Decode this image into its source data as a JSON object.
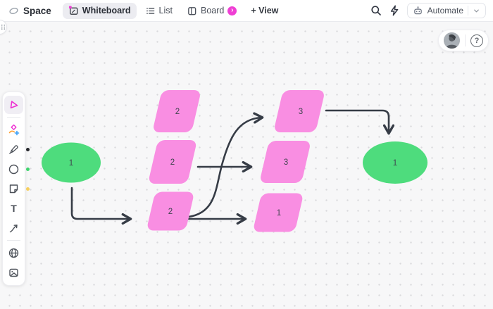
{
  "topbar": {
    "space_label": "Space",
    "tabs": [
      {
        "label": "Whiteboard",
        "active": true
      },
      {
        "label": "List",
        "active": false
      },
      {
        "label": "Board",
        "active": false,
        "badge": "›"
      }
    ],
    "add_view_label": "+ View",
    "automate_label": "Automate",
    "help_glyph": "?"
  },
  "toolbar": {
    "tools": [
      {
        "name": "select",
        "selected": true
      },
      {
        "name": "shapes"
      },
      {
        "name": "marker",
        "indicator": "#26282c"
      },
      {
        "name": "shape-ellipse",
        "indicator": "#3ed36c"
      },
      {
        "name": "sticky-note",
        "indicator": "#f6cf5d"
      },
      {
        "name": "text",
        "glyph": "T"
      },
      {
        "name": "connector"
      },
      {
        "name": "embed"
      },
      {
        "name": "image"
      }
    ]
  },
  "canvas": {
    "nodes": [
      {
        "id": "start-ellipse",
        "shape": "ellipse",
        "label": "1"
      },
      {
        "id": "step-2-top",
        "shape": "parallelogram",
        "label": "2"
      },
      {
        "id": "step-2-middle",
        "shape": "parallelogram",
        "label": "2"
      },
      {
        "id": "step-2-bottom",
        "shape": "parallelogram",
        "label": "2"
      },
      {
        "id": "step-3-top",
        "shape": "parallelogram",
        "label": "3"
      },
      {
        "id": "step-3-middle",
        "shape": "parallelogram",
        "label": "3"
      },
      {
        "id": "step-1-middle",
        "shape": "parallelogram",
        "label": "1"
      },
      {
        "id": "end-ellipse",
        "shape": "ellipse",
        "label": "1"
      }
    ],
    "edges": [
      {
        "from": "start-ellipse",
        "to": "step-2-bottom"
      },
      {
        "from": "step-2-middle",
        "to": "step-3-middle"
      },
      {
        "from": "step-2-bottom",
        "to": "step-1-middle"
      },
      {
        "from": "step-2-bottom",
        "to": "step-3-top"
      },
      {
        "from": "step-3-top",
        "to": "end-ellipse"
      }
    ]
  },
  "colors": {
    "green": "#4edc7d",
    "pink": "#f98ee2",
    "arrow": "#363c46",
    "accent": "#ee2fd2",
    "label": "#3e444d"
  }
}
